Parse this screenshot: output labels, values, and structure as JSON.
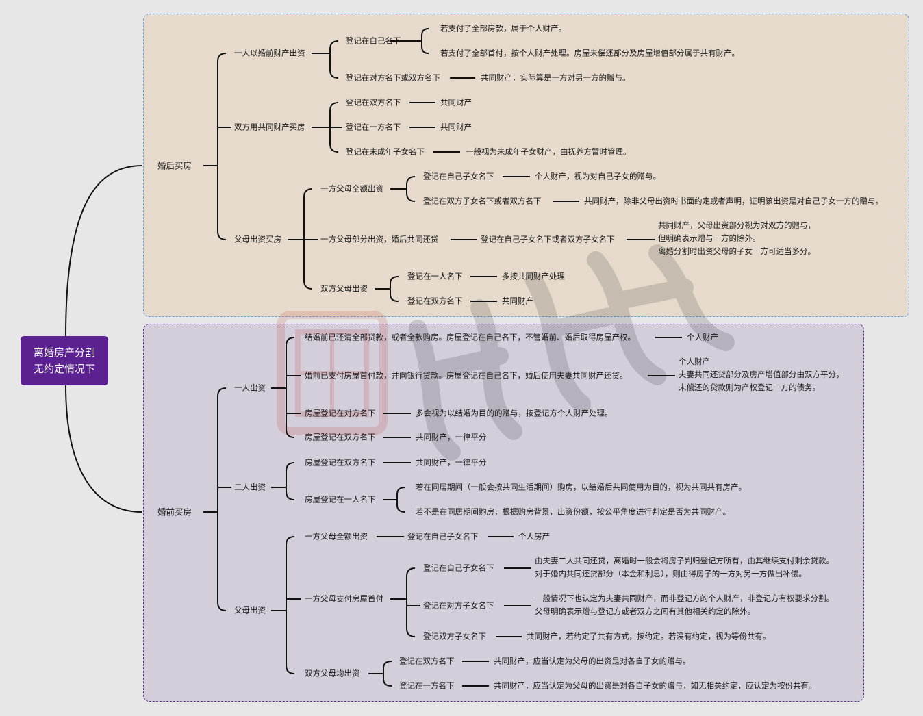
{
  "root": {
    "line1": "离婚房产分割",
    "line2": "无约定情况下"
  },
  "after": {
    "label": "婚后买房",
    "a": "一人以婚前财产出资",
    "a1": "登记在自己名下",
    "a1x": "若支付了全部房款，属于个人财产。",
    "a1y": "若支付了全部首付，按个人财产处理。房屋未偿还部分及房屋增值部分属于共有财产。",
    "a2": "登记在对方名下或双方名下",
    "a2x": "共同财产，实际算是一方对另一方的赠与。",
    "b": "双方用共同财产买房",
    "b1": "登记在双方名下",
    "b1x": "共同财产",
    "b2": "登记在一方名下",
    "b2x": "共同财产",
    "b3": "登记在未成年子女名下",
    "b3x": "一般视为未成年子女财产，由抚养方暂时管理。",
    "c": "父母出资买房",
    "c1": "一方父母全额出资",
    "c1a": "登记在自己子女名下",
    "c1ax": "个人财产，视为对自己子女的赠与。",
    "c1b": "登记在双方子女名下或者双方名下",
    "c1bx": "共同财产，除非父母出资时书面约定或者声明，证明该出资是对自己子女一方的赠与。",
    "c2": "一方父母部分出资，婚后共同还贷",
    "c2a": "登记在自己子女名下或者双方子女名下",
    "c2ax": [
      "共同财产，父母出资部分视为对双方的赠与，",
      "但明确表示赠与一方的除外。",
      "离婚分割时出资父母的子女一方可适当多分。"
    ],
    "c3": "双方父母出资",
    "c3a": "登记在一人名下",
    "c3ax": "多按共同财产处理",
    "c3b": "登记在双方名下",
    "c3bx": "共同财产"
  },
  "before": {
    "label": "婚前买房",
    "d": "一人出资",
    "d1": "结婚前已还清全部贷款，或者全款购房。房屋登记在自己名下，不管婚前、婚后取得房屋产权。",
    "d1x": "个人财产",
    "d2": "婚前已支付房屋首付款，并向银行贷款。房屋登记在自己名下，婚后使用夫妻共同财产还贷。",
    "d2x": [
      "个人财产",
      "夫妻共同还贷部分及房产增值部分由双方平分，",
      "未偿还的贷款则为产权登记一方的债务。"
    ],
    "d3": "房屋登记在对方名下",
    "d3x": "多会视为以结婚为目的的赠与，按登记方个人财产处理。",
    "d4": "房屋登记在双方名下",
    "d4x": "共同财产，一律平分",
    "e": "二人出资",
    "e1": "房屋登记在双方名下",
    "e1x": "共同财产，一律平分",
    "e2": "房屋登记在一人名下",
    "e2x": "若在同居期间（一般会按共同生活期间）购房，以结婚后共同使用为目的，视为共同共有房产。",
    "e2y": "若不是在同居期间购房，根据购房背景，出资份额，按公平角度进行判定是否为共同财产。",
    "f": "父母出资",
    "f1": "一方父母全额出资",
    "f1a": "登记在自己子女名下",
    "f1ax": "个人房产",
    "f2": "一方父母支付房屋首付",
    "f2a": "登记在自己子女名下",
    "f2ax": [
      "由夫妻二人共同还贷，离婚时一般会将房子判归登记方所有，由其继续支付剩余贷款。",
      "对于婚内共同还贷部分（本金和利息），则由得房子的一方对另一方做出补偿。"
    ],
    "f2b": "登记在对方子女名下",
    "f2bx": [
      "一般情况下也认定为夫妻共同财产，而非登记方的个人财产，非登记方有权要求分割。",
      "父母明确表示赠与登记方或者双方之间有其他相关约定的除外。"
    ],
    "f2c": "登记双方子女名下",
    "f2cx": "共同财产，若约定了共有方式，按约定。若没有约定，视为等份共有。",
    "f3": "双方父母均出资",
    "f3a": "登记在双方名下",
    "f3ax": "共同财产，应当认定为父母的出资是对各自子女的赠与。",
    "f3b": "登记在一方名下",
    "f3bx": "共同财产，应当认定为父母的出资是对各自子女的赠与，如无相关约定，应认定为按份共有。"
  }
}
